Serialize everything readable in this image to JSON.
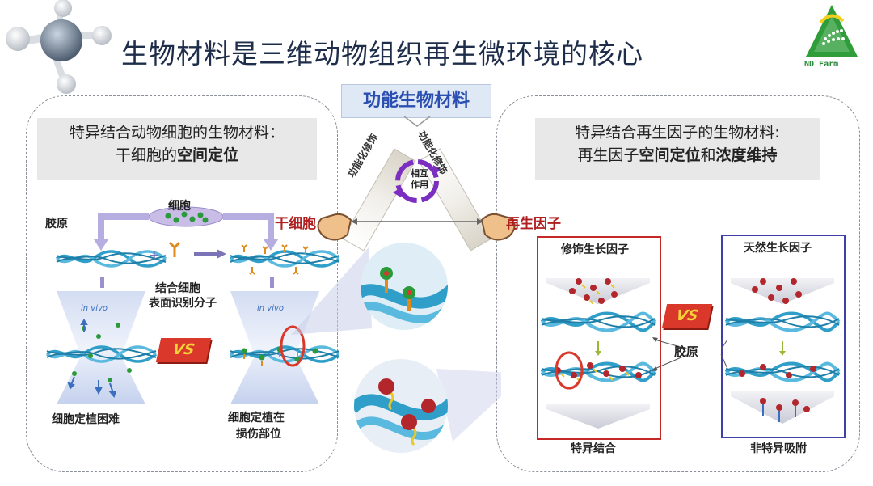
{
  "title": "生物材料是三维动物组织再生微环境的核心",
  "logo": {
    "text": "ND Farm"
  },
  "center": {
    "title": "功能生物材料",
    "left_arm": "功能化修饰",
    "right_arm": "功能化修饰",
    "interaction": [
      "相互",
      "作用"
    ],
    "left_target": "干细胞",
    "right_target": "再生因子"
  },
  "left_panel": {
    "caption_line1": "特异结合动物细胞的生物材料：",
    "caption_line2_pre": "干细胞的",
    "caption_line2_bold": "空间定位",
    "cell_label": "细胞",
    "collagen_label": "胶原",
    "plus": "+",
    "molecule_label_1": "结合细胞",
    "molecule_label_2": "表面识别分子",
    "invivo_left": "in vivo",
    "invivo_right": "in vivo",
    "vs": "VS",
    "result_left": "细胞定植困难",
    "result_right_1": "细胞定植在",
    "result_right_2": "损伤部位"
  },
  "right_panel": {
    "caption_line1": "特异结合再生因子的生物材料:",
    "caption_line2_pre": "再生因子",
    "caption_line2_bold1": "空间定位",
    "caption_line2_mid": "和",
    "caption_line2_bold2": "浓度维持",
    "box_left_title": "修饰生长因子",
    "box_right_title": "天然生长因子",
    "vs": "VS",
    "collagen_label": "胶原",
    "result_left": "特异结合",
    "result_right": "非特异吸附"
  },
  "colors": {
    "title": "#1e2d4a",
    "center_title": "#2a4fb0",
    "red_label": "#b02020",
    "vs_red": "#d9382a",
    "left_box_border": "#c62828",
    "right_box_border": "#3f3fa8",
    "fiber": "#2f9fc9",
    "cell_green": "#2a9a3a",
    "factor_red": "#b3262c"
  }
}
